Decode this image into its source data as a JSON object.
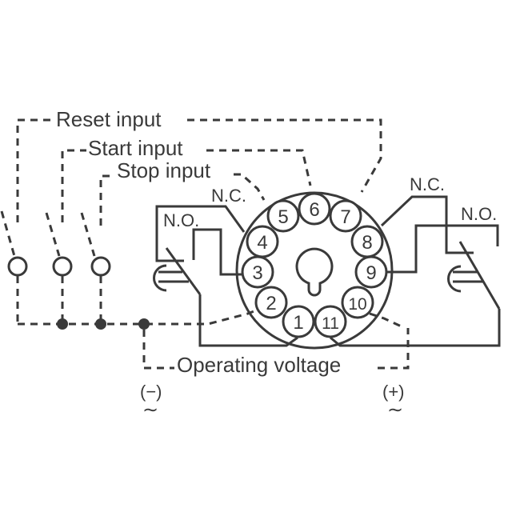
{
  "diagram": {
    "labels": {
      "reset_input": "Reset input",
      "start_input": "Start input",
      "stop_input": "Stop input",
      "nc_left": "N.C.",
      "no_left": "N.O.",
      "nc_right": "N.C.",
      "no_right": "N.O.",
      "operating_voltage": "Operating voltage",
      "negative_terminal": "(−)",
      "positive_terminal": "(+)",
      "ac_symbol": "∼"
    },
    "pins": [
      "1",
      "2",
      "3",
      "4",
      "5",
      "6",
      "7",
      "8",
      "9",
      "10",
      "11"
    ],
    "line_color": "#3a3a3a"
  }
}
